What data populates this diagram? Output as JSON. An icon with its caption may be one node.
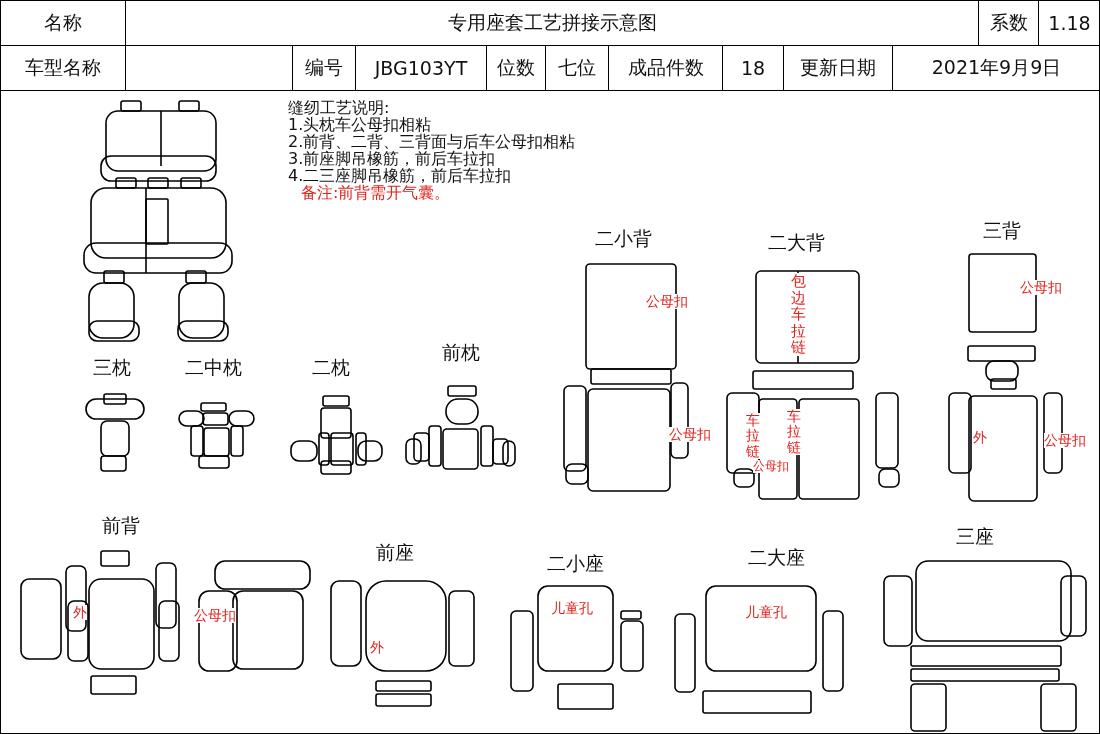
{
  "diagram": {
    "title": "专用座套工艺拼接示意图",
    "labels": [
      "名称",
      "系数",
      "1.18",
      "车型名称",
      "编号",
      "JBG103YT",
      "位数",
      "七位",
      "成品件数",
      "18",
      "更新日期",
      "2021年9月9日",
      "缝纫工艺说明:",
      "1.头枕车公母扣相粘",
      "2.前背、二背、三背面与后车公母扣相粘",
      "3.前座脚吊橡筋，前后车拉扣",
      "4.二三座脚吊橡筋，前后车拉扣",
      "备注:前背需开气囊。",
      "二小背",
      "二大背",
      "三背",
      "公母扣",
      "包边车拉链",
      "公母扣",
      "三枕",
      "二中枕",
      "二枕",
      "前枕",
      "公母扣",
      "车拉链",
      "车拉链",
      "公母扣",
      "外",
      "公母扣",
      "前背",
      "前座",
      "二小座",
      "二大座",
      "三座",
      "外",
      "公母扣",
      "儿童孔",
      "儿童孔",
      "外"
    ]
  }
}
